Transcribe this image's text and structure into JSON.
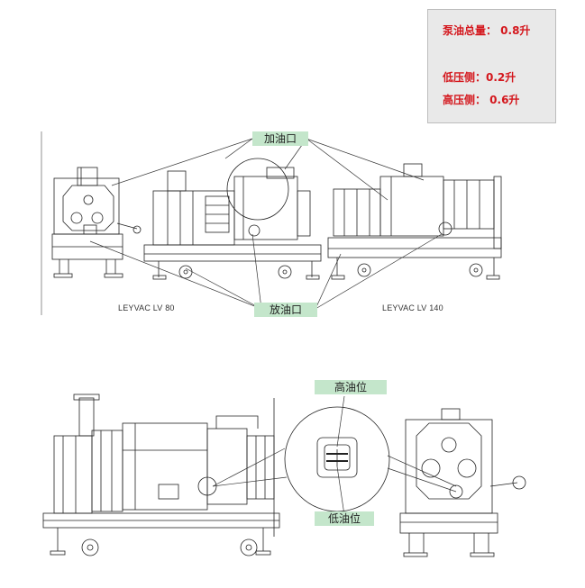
{
  "info_box": {
    "total": "泵油总量： 0.8升",
    "low_side": "低压侧：0.2升",
    "high_side": "高压侧： 0.6升"
  },
  "top_figure": {
    "fill_port_label": "加油口",
    "drain_port_label": "放油口",
    "model_left": "LEYVAC LV 80",
    "model_right": "LEYVAC LV 140"
  },
  "bottom_figure": {
    "high_level_label": "高油位",
    "low_level_label": "低油位"
  },
  "colors": {
    "tag_bg": "#c4e6cb",
    "info_text": "#d4161c",
    "info_bg": "#e9e9e9",
    "line": "#222222"
  }
}
